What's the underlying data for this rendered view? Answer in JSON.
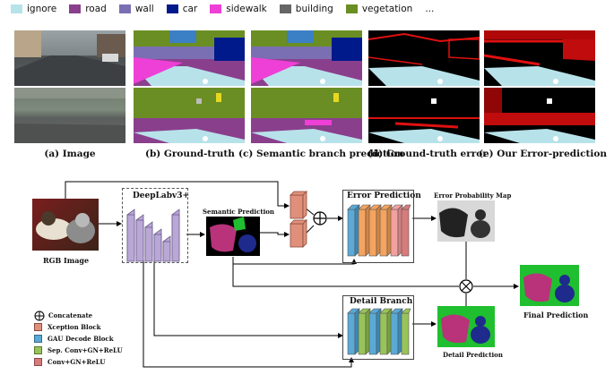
{
  "legend": [
    {
      "label": "ignore",
      "color": "#b8e2ea"
    },
    {
      "label": "road",
      "color": "#8a3f8c"
    },
    {
      "label": "wall",
      "color": "#7b6fb3"
    },
    {
      "label": "car",
      "color": "#001a8c"
    },
    {
      "label": "sidewalk",
      "color": "#ee3fd6"
    },
    {
      "label": "building",
      "color": "#666666"
    },
    {
      "label": "vegetation",
      "color": "#6a8e23"
    },
    {
      "label": "...",
      "color": ""
    }
  ],
  "captions": {
    "image": "(a) Image",
    "gt": "(b) Ground-truth",
    "sem": "(c) Semantic branch prediction",
    "gt_err": "(d) Ground-truth error",
    "our_err": "(e) Our Error-prediction"
  },
  "diagram": {
    "rgb_label": "RGB Image",
    "deeplab_label": "DeepLabv3+",
    "sem_pred_label": "Semantic Prediction",
    "error_pred_label": "Error Prediction",
    "error_map_label": "Error Probability Map",
    "detail_label": "Detail Branch",
    "detail_pred_label": "Detail Prediction",
    "final_label": "Final Prediction"
  },
  "key": [
    {
      "label": "Concatenate",
      "icon": "concat-icon"
    },
    {
      "label": "Xception Block",
      "color": "#e0907a"
    },
    {
      "label": "GAU Decode Block",
      "color": "#5aa9d6"
    },
    {
      "label": "Sep. Conv+GN+ReLU",
      "color": "#98c35a"
    },
    {
      "label": "Conv+GN+ReLU",
      "color": "#d87b7b"
    }
  ],
  "colors": {
    "purple": "#b9a7d6",
    "xception": "#e0907a",
    "gau": "#5aa9d6",
    "sepconv": "#98c35a",
    "orange": "#f4a460",
    "pink": "#f2a0a0",
    "err_red": "#e01010",
    "seg_green": "#1fbf2f",
    "seg_magenta": "#b8337a",
    "seg_navy": "#1e2a8c"
  }
}
